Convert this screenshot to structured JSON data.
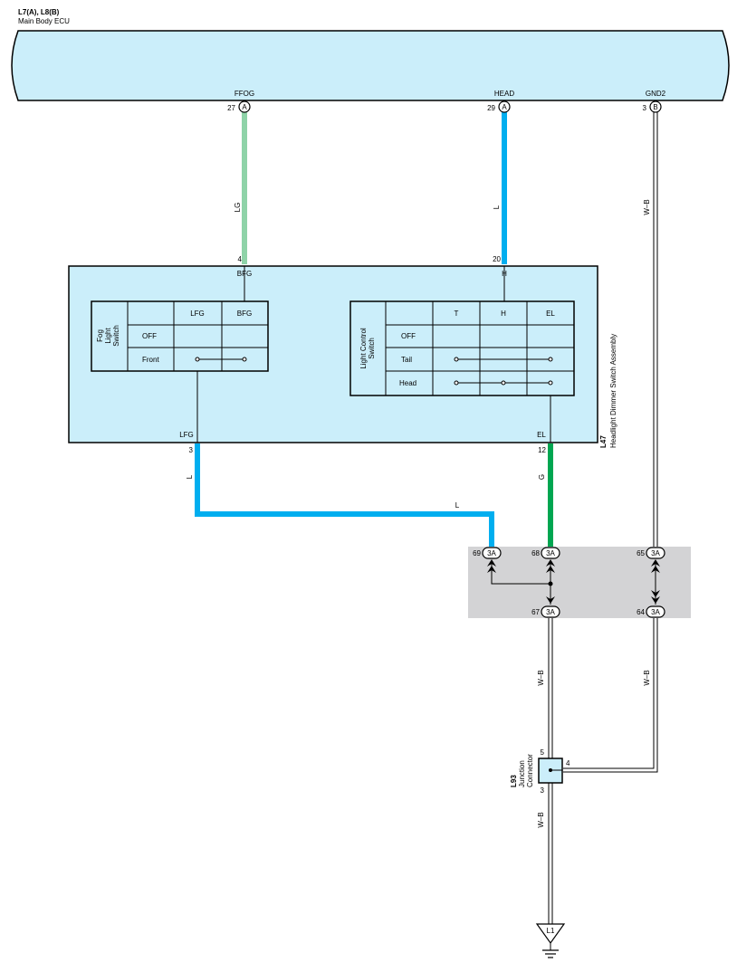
{
  "ecu": {
    "code": "L7(A), L8(B)",
    "name": "Main Body ECU",
    "pins": [
      {
        "signal": "FFOG",
        "pin": "27",
        "conn": "A"
      },
      {
        "signal": "HEAD",
        "pin": "29",
        "conn": "A"
      },
      {
        "signal": "GND2",
        "pin": "3",
        "conn": "B"
      }
    ]
  },
  "wires": {
    "ffog": "LG",
    "head": "L",
    "gnd_ecu": "W–B",
    "lfg_down": "L",
    "lfg_horizontal": "L",
    "el_down": "G",
    "j67_down": "W–B",
    "j64_down": "W–B",
    "l93_down": "W–B"
  },
  "switch_assembly": {
    "code": "L47",
    "name": "Headlight Dimmer Switch Assembly",
    "pins": {
      "bfg": {
        "num": "4",
        "name": "BFG"
      },
      "h": {
        "num": "20",
        "name": "H"
      },
      "lfg": {
        "num": "3",
        "name": "LFG"
      },
      "el": {
        "num": "12",
        "name": "EL"
      }
    },
    "fog_table": {
      "title_lines": [
        "Fog",
        "Light",
        "Switch"
      ],
      "headers": [
        "LFG",
        "BFG"
      ],
      "rows": [
        "OFF",
        "Front"
      ]
    },
    "light_table": {
      "title_lines": [
        "Light Control",
        "Switch"
      ],
      "headers": [
        "T",
        "H",
        "EL"
      ],
      "rows": [
        "OFF",
        "Tail",
        "Head"
      ]
    }
  },
  "junction_block": {
    "conn": "3A",
    "pins": [
      "69",
      "68",
      "65",
      "67",
      "64"
    ]
  },
  "junction_connector": {
    "code": "L93",
    "name_lines": [
      "Junction",
      "Connector"
    ],
    "pins": {
      "top": "5",
      "right": "4",
      "bottom": "3"
    }
  },
  "ground": {
    "label": "L1"
  },
  "colors": {
    "ecu_fill": "#cbeefa",
    "assembly_fill": "#cbeefa",
    "wire_lg": "#8fd3a8",
    "wire_l": "#00aeef",
    "wire_g": "#00a651",
    "junction_block_fill": "#d3d3d5"
  }
}
